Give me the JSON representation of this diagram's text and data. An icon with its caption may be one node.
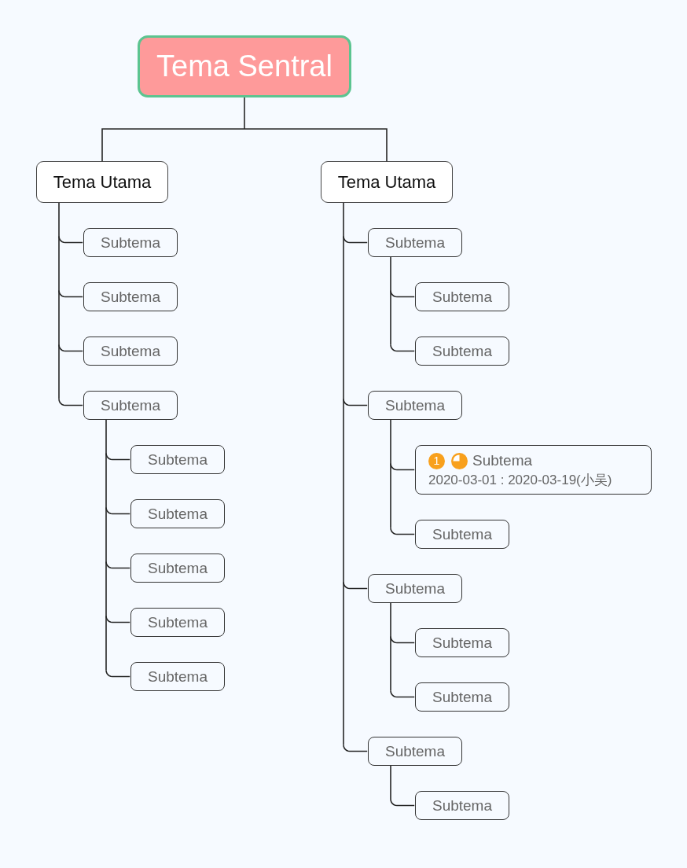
{
  "diagram": {
    "nodes": [
      {
        "text": [
          "Tema Sentral"
        ]
      },
      {
        "text": [
          "Tema Utama"
        ]
      },
      {
        "text": [
          "Subtema"
        ]
      },
      {
        "text": [
          "Subtema"
        ]
      },
      {
        "text": [
          "Subtema"
        ]
      },
      {
        "text": [
          "Subtema"
        ]
      },
      {
        "text": [
          "Subtema"
        ]
      },
      {
        "text": [
          "Subtema"
        ]
      },
      {
        "text": [
          "Subtema"
        ]
      },
      {
        "text": [
          "Subtema"
        ]
      },
      {
        "text": [
          "Subtema"
        ]
      },
      {
        "text": [
          "Tema Utama"
        ]
      },
      {
        "text": [
          "Subtema"
        ]
      },
      {
        "text": [
          "Subtema"
        ]
      },
      {
        "text": [
          "Subtema"
        ]
      },
      {
        "text": [
          "Subtema"
        ]
      },
      {
        "text": [
          "1",
          "Subtema",
          "2020-03-01 : 2020-03-19(小吴)"
        ]
      },
      {
        "text": [
          "Subtema"
        ]
      },
      {
        "text": [
          "Subtema"
        ]
      },
      {
        "text": [
          "Subtema"
        ]
      },
      {
        "text": [
          "Subtema"
        ]
      },
      {
        "text": [
          "Subtema"
        ]
      },
      {
        "text": [
          "Subtema"
        ]
      }
    ],
    "edges": [
      {
        "from": 0,
        "to": 1,
        "arrow": "none"
      },
      {
        "from": 0,
        "to": 11,
        "arrow": "none"
      },
      {
        "from": 1,
        "to": 2,
        "arrow": "none"
      },
      {
        "from": 1,
        "to": 3,
        "arrow": "none"
      },
      {
        "from": 1,
        "to": 4,
        "arrow": "none"
      },
      {
        "from": 1,
        "to": 5,
        "arrow": "none"
      },
      {
        "from": 5,
        "to": 6,
        "arrow": "none"
      },
      {
        "from": 5,
        "to": 7,
        "arrow": "none"
      },
      {
        "from": 5,
        "to": 8,
        "arrow": "none"
      },
      {
        "from": 5,
        "to": 9,
        "arrow": "none"
      },
      {
        "from": 5,
        "to": 10,
        "arrow": "none"
      },
      {
        "from": 11,
        "to": 12,
        "arrow": "none"
      },
      {
        "from": 12,
        "to": 13,
        "arrow": "none"
      },
      {
        "from": 12,
        "to": 14,
        "arrow": "none"
      },
      {
        "from": 11,
        "to": 15,
        "arrow": "none"
      },
      {
        "from": 15,
        "to": 16,
        "arrow": "none"
      },
      {
        "from": 15,
        "to": 17,
        "arrow": "none"
      },
      {
        "from": 11,
        "to": 18,
        "arrow": "none"
      },
      {
        "from": 18,
        "to": 19,
        "arrow": "none"
      },
      {
        "from": 18,
        "to": 20,
        "arrow": "none"
      },
      {
        "from": 11,
        "to": 21,
        "arrow": "none"
      },
      {
        "from": 21,
        "to": 22,
        "arrow": "none"
      }
    ]
  }
}
